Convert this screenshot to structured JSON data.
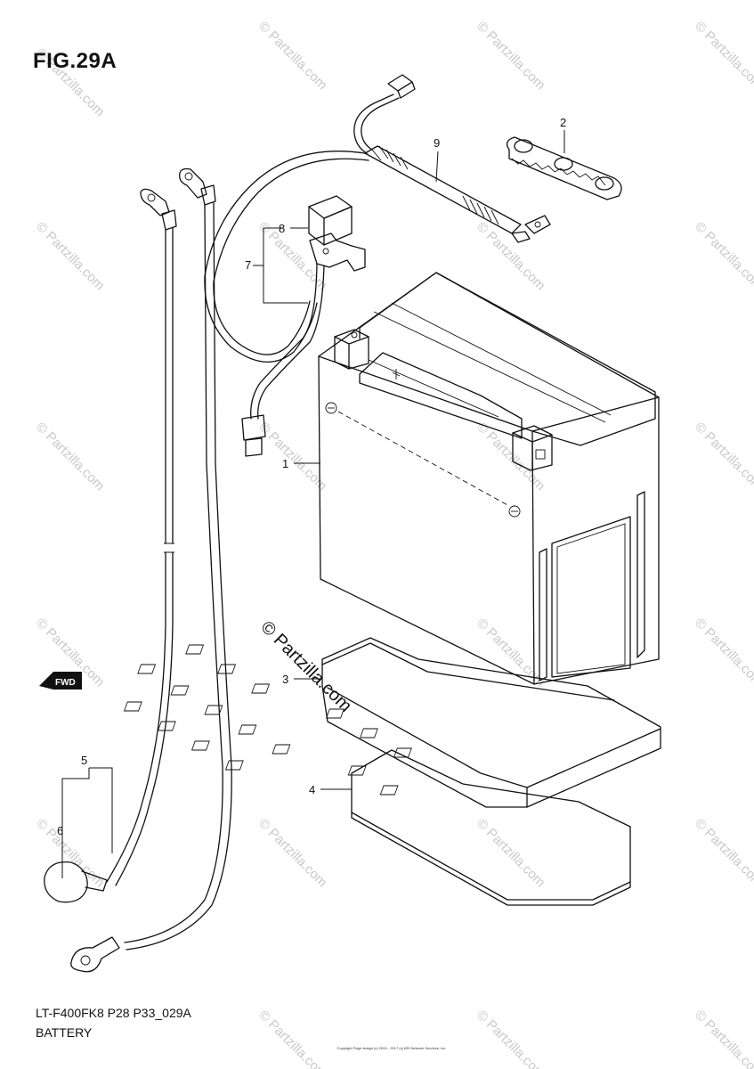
{
  "figure": {
    "title": "FIG.29A",
    "model_code": "LT-F400FK8 P28 P33_029A",
    "section": "BATTERY"
  },
  "watermark": {
    "text": "© Partzilla.com",
    "center_text": "© Partzilla.com"
  },
  "direction_badge": {
    "text": "FWD"
  },
  "copyright_line": "Copyright Page design (c) 2004 - 2017 (c) ARI Network Services, Inc.",
  "callouts": [
    {
      "number": "1",
      "part": "battery"
    },
    {
      "number": "2",
      "part": "battery-terminal-bar"
    },
    {
      "number": "3",
      "part": "battery-tray"
    },
    {
      "number": "4",
      "part": "battery-pad"
    },
    {
      "number": "5",
      "part": "negative-cable-assembly"
    },
    {
      "number": "6",
      "part": "terminal-cap"
    },
    {
      "number": "7",
      "part": "relay-assembly"
    },
    {
      "number": "8",
      "part": "relay-bracket"
    },
    {
      "number": "9",
      "part": "fuse-holder-lead"
    }
  ]
}
